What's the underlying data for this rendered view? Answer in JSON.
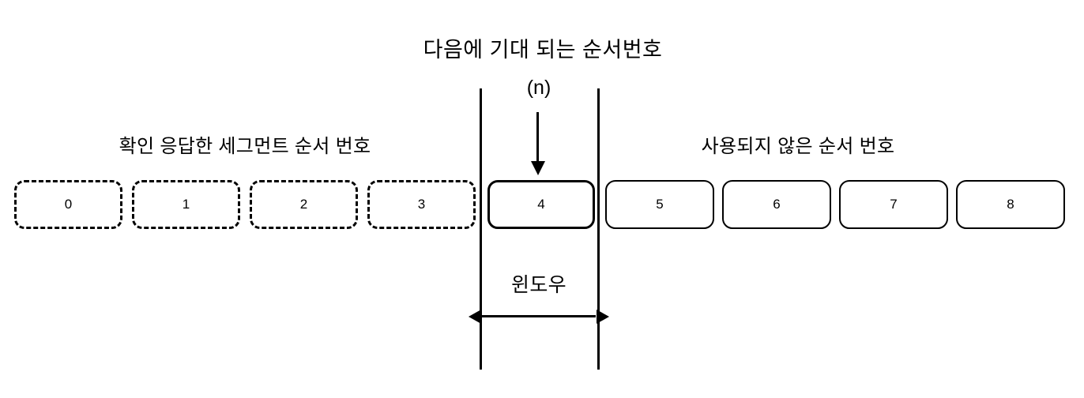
{
  "diagram": {
    "title": "다음에 기대 되는 순서번호",
    "title_sub": "(n)",
    "label_acked": "확인 응답한 세그먼트 순서 번호",
    "label_unused": "사용되지 않은 순서 번호",
    "label_window": "윈도우",
    "colors": {
      "stroke": "#000000",
      "background": "#ffffff"
    },
    "segments": [
      {
        "value": "0",
        "state": "acked",
        "style": "dashed"
      },
      {
        "value": "1",
        "state": "acked",
        "style": "dashed"
      },
      {
        "value": "2",
        "state": "acked",
        "style": "dashed"
      },
      {
        "value": "3",
        "state": "acked",
        "style": "dashed"
      },
      {
        "value": "4",
        "state": "current",
        "style": "solid-bold"
      },
      {
        "value": "5",
        "state": "unused",
        "style": "solid"
      },
      {
        "value": "6",
        "state": "unused",
        "style": "solid"
      },
      {
        "value": "7",
        "state": "unused",
        "style": "solid"
      },
      {
        "value": "8",
        "state": "unused",
        "style": "solid"
      }
    ]
  }
}
